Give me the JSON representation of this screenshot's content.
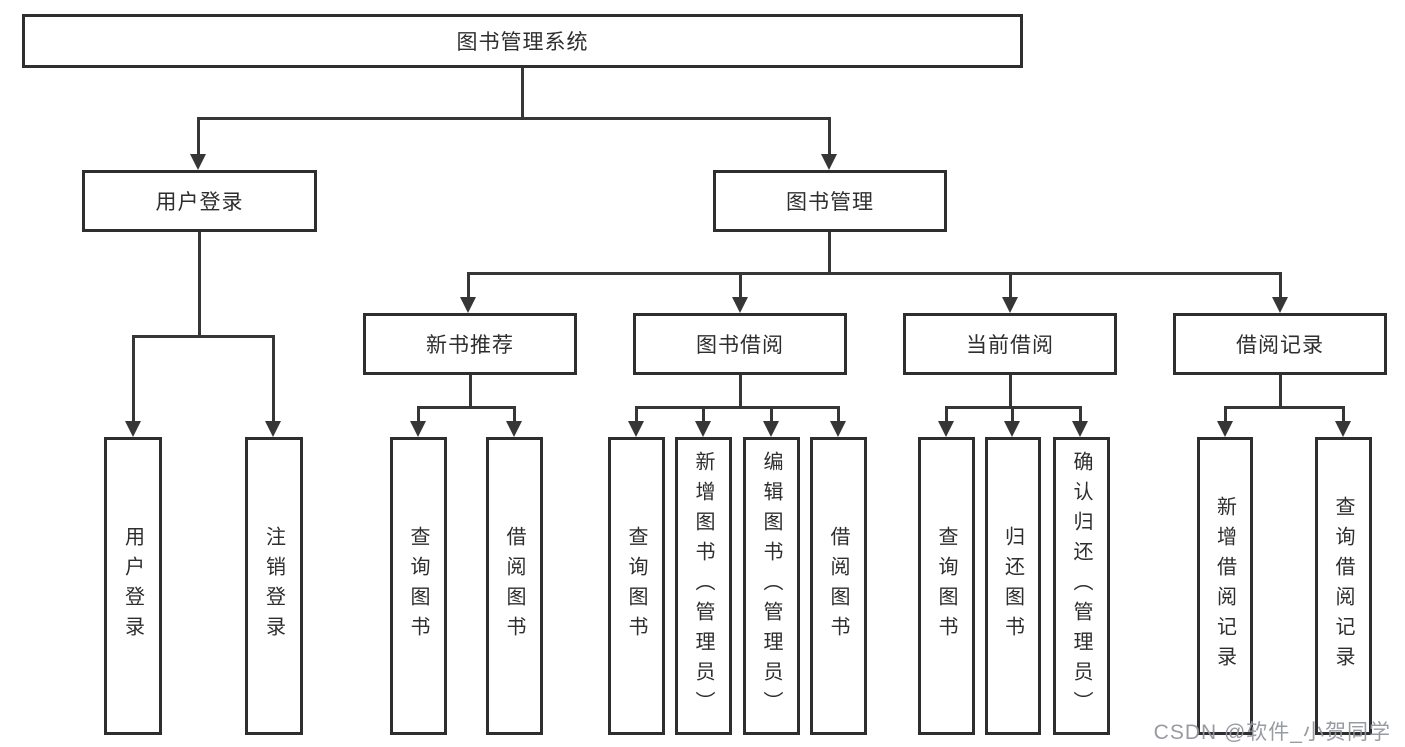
{
  "diagram_type": "hierarchy-tree",
  "tree": {
    "label": "图书管理系统",
    "children": [
      {
        "label": "用户登录",
        "children": [
          {
            "label": "用户登录"
          },
          {
            "label": "注销登录"
          }
        ]
      },
      {
        "label": "图书管理",
        "children": [
          {
            "label": "新书推荐",
            "children": [
              {
                "label": "查询图书"
              },
              {
                "label": "借阅图书"
              }
            ]
          },
          {
            "label": "图书借阅",
            "children": [
              {
                "label": "查询图书"
              },
              {
                "label": "新增图书（管理员）"
              },
              {
                "label": "编辑图书（管理员）"
              },
              {
                "label": "借阅图书"
              }
            ]
          },
          {
            "label": "当前借阅",
            "children": [
              {
                "label": "查询图书"
              },
              {
                "label": "归还图书"
              },
              {
                "label": "确认归还（管理员）"
              }
            ]
          },
          {
            "label": "借阅记录",
            "children": [
              {
                "label": "新增借阅记录"
              },
              {
                "label": "查询借阅记录"
              }
            ]
          }
        ]
      }
    ]
  },
  "watermark": "CSDN @软件_小贺同学",
  "colors": {
    "box_border": "#2e2e2e",
    "connector_line": "#363636",
    "text": "#2e2e2e",
    "watermark_text": "#94969e",
    "background": "#ffffff"
  }
}
